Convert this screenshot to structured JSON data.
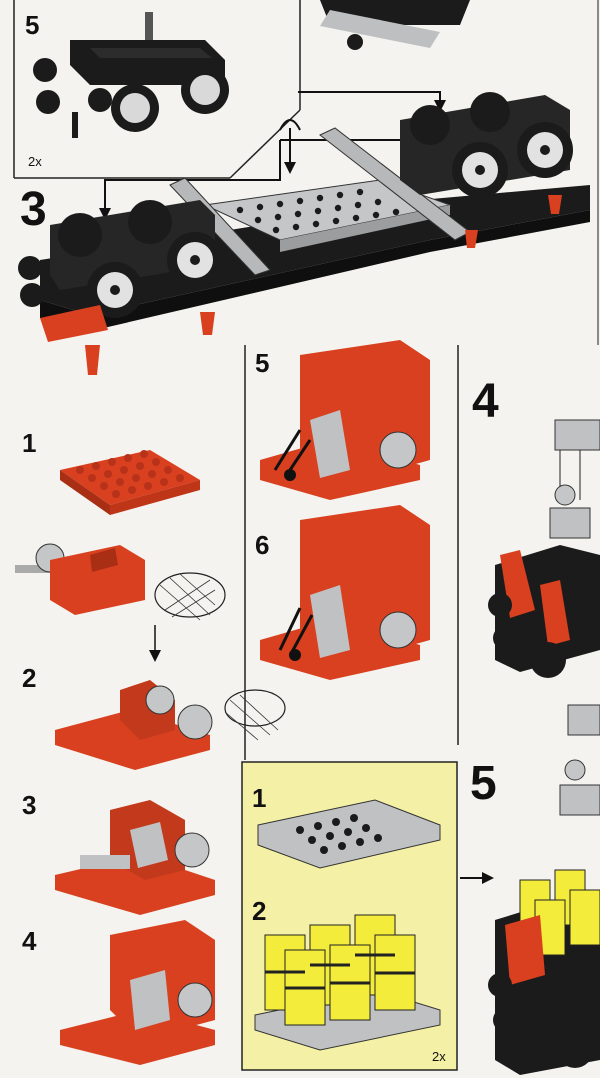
{
  "page": {
    "top_inset": {
      "step": "5",
      "multiplier": "2x"
    },
    "main_step": "3",
    "subassembly": {
      "steps": [
        "1",
        "2",
        "3",
        "4"
      ],
      "steps_right": [
        "5",
        "6"
      ]
    },
    "right_steps": {
      "step4": "4",
      "step5": "5"
    },
    "yellow_panel": {
      "step1": "1",
      "step2": "2",
      "multiplier": "2x"
    },
    "colors": {
      "red": "#d8401f",
      "black": "#1b1b1b",
      "gray": "#bfc1c3",
      "yellow": "#f3ec3a",
      "panel": "#f4f0a6"
    }
  }
}
